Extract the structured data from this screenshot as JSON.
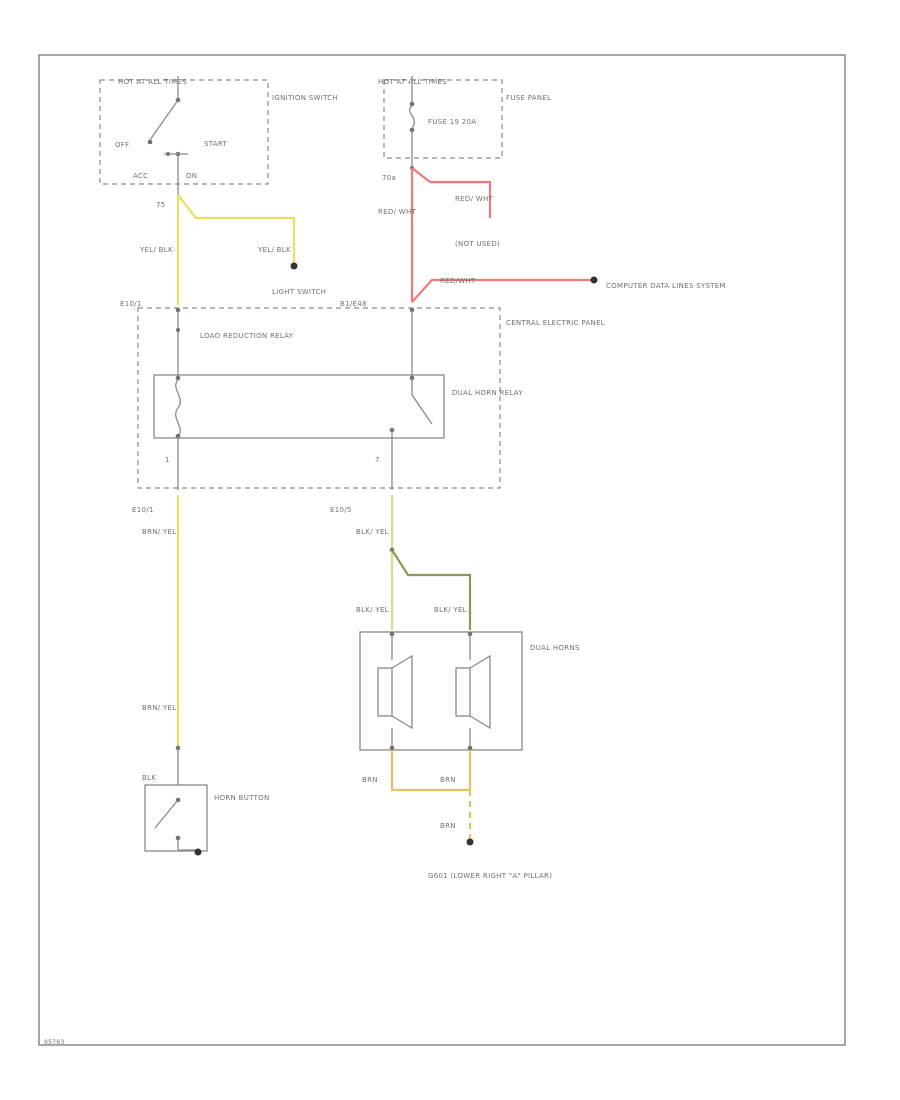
{
  "diagram": {
    "ignition": {
      "header": "HOT AT ALL TIMES",
      "name": "IGNITION SWITCH",
      "off": "OFF",
      "start": "START",
      "acc": "ACC",
      "on": "ON",
      "terminal": "75"
    },
    "fuse": {
      "header": "HOT AT ALL TIMES",
      "name": "FUSE PANEL",
      "fuse_label": "FUSE 19 20A",
      "terminal": "70a"
    },
    "wires": {
      "yel_blk_1": "YEL/ BLK",
      "yel_blk_2": "YEL/ BLK",
      "red_wht_1": "RED/ WHT",
      "red_wht_2": "RED/ WHT",
      "not_used": "(NOT USED)",
      "red_wht_3": "RED/WHT",
      "computer": "COMPUTER DATA LINES SYSTEM",
      "brn_yel_1": "BRN/ YEL",
      "brn_yel_2": "BRN/ YEL",
      "blk_yel_1": "BLK/ YEL",
      "blk_yel_2": "BLK/ YEL",
      "blk_yel_3": "BLK/ YEL",
      "brn_1": "BRN",
      "brn_2": "BRN",
      "brn_3": "BRN",
      "blk": "BLK"
    },
    "central": {
      "name": "CENTRAL ELECTRIC PANEL",
      "light_switch": "LIGHT SWITCH",
      "conn_left": "E10/1",
      "conn_right": "B1/E48",
      "relay_load": "LOAD REDUCTION RELAY",
      "relay_horn": "DUAL HORN RELAY",
      "pin_left": "1",
      "pin_right": "7",
      "conn_bottom_left": "E10/1",
      "conn_bottom_right": "E10/5"
    },
    "horns": {
      "name": "DUAL HORNS"
    },
    "horn_button": {
      "name": "HORN BUTTON"
    },
    "ground": {
      "label": "G601 (LOWER RIGHT \"A\" PILLAR)"
    },
    "figure_id": "95763"
  }
}
